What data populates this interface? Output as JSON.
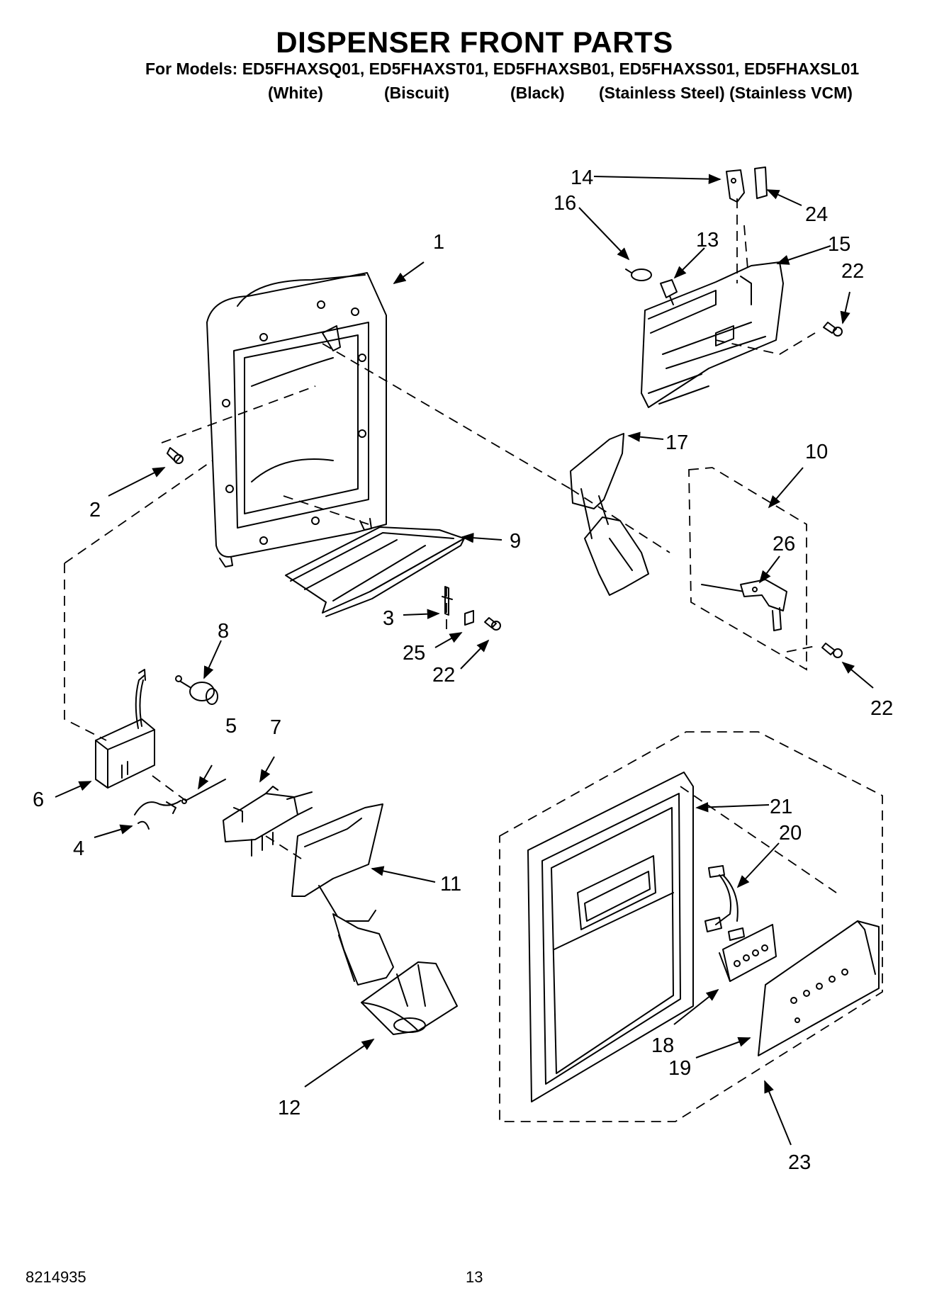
{
  "header": {
    "title": "DISPENSER FRONT PARTS",
    "models_line": "For Models: ED5FHAXSQ01, ED5FHAXST01, ED5FHAXSB01, ED5FHAXSS01, ED5FHAXSL01",
    "variants": [
      "(White)",
      "(Biscuit)",
      "(Black)",
      "(Stainless Steel) (Stainless VCM)"
    ]
  },
  "callouts": {
    "c1": "1",
    "c2": "2",
    "c3": "3",
    "c4": "4",
    "c5": "5",
    "c6": "6",
    "c7": "7",
    "c8": "8",
    "c9": "9",
    "c10": "10",
    "c11": "11",
    "c12": "12",
    "c13": "13",
    "c14": "14",
    "c15": "15",
    "c16": "16",
    "c17": "17",
    "c18": "18",
    "c19": "19",
    "c20": "20",
    "c21": "21",
    "c22a": "22",
    "c22b": "22",
    "c22c": "22",
    "c23": "23",
    "c24": "24",
    "c25": "25",
    "c26": "26"
  },
  "footer": {
    "doc_number": "8214935",
    "page_number": "13"
  }
}
